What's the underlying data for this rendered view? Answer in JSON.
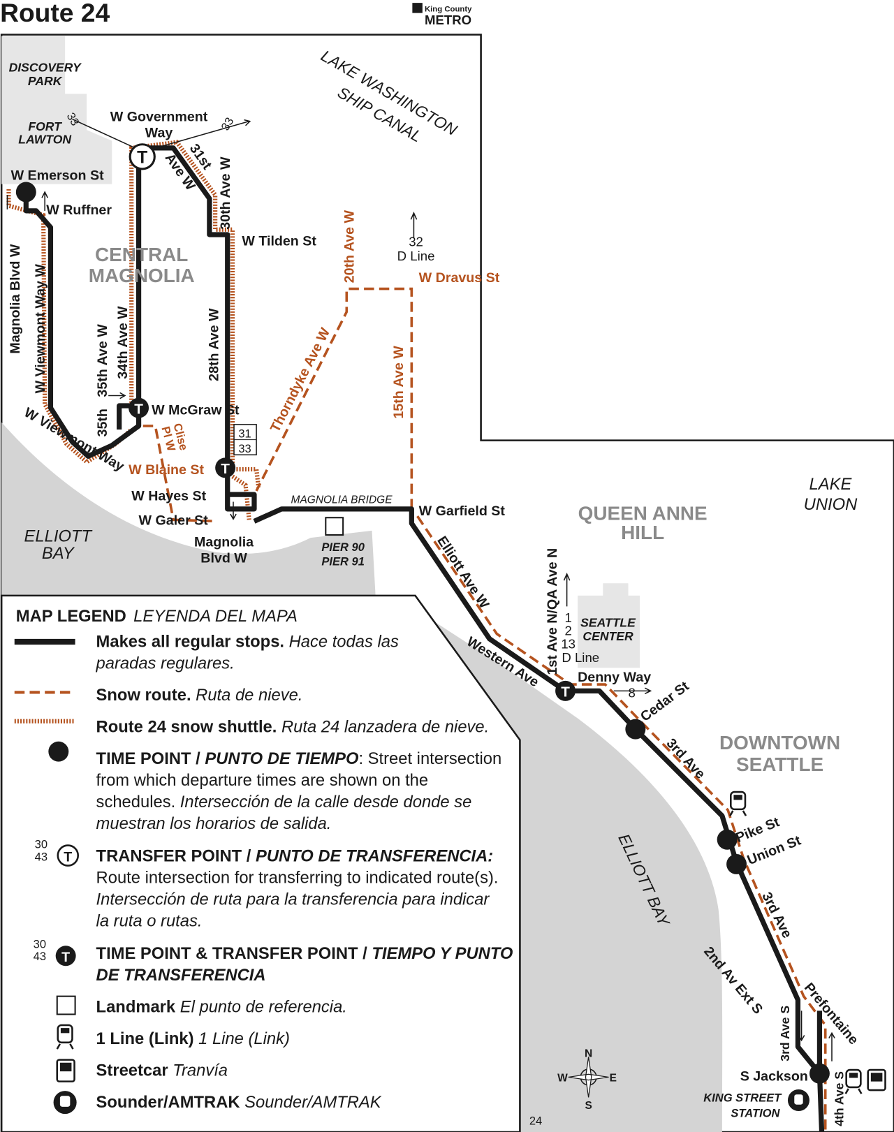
{
  "header": {
    "title": "Route 24",
    "logo_top": "King County",
    "logo_bottom": "METRO"
  },
  "colors": {
    "route": "#1a1a1a",
    "snow": "#b5531f",
    "water": "#d4d4d4",
    "park": "#e6e6e6"
  },
  "areas": {
    "discovery_park": [
      "DISCOVERY",
      "PARK"
    ],
    "fort_lawton": [
      "FORT",
      "LAWTON"
    ],
    "central_magnolia": [
      "CENTRAL",
      "MAGNOLIA"
    ],
    "ship_canal": [
      "LAKE WASHINGTON",
      "SHIP CANAL"
    ],
    "queen_anne": [
      "QUEEN ANNE",
      "HILL"
    ],
    "lake_union": [
      "LAKE",
      "UNION"
    ],
    "elliott_bay_upper": [
      "ELLIOTT",
      "BAY"
    ],
    "elliott_bay_lower": "ELLIOTT BAY",
    "downtown": [
      "DOWNTOWN",
      "SEATTLE"
    ],
    "seattle_center": [
      "SEATTLE",
      "CENTER"
    ],
    "piers": [
      "PIER 90",
      "PIER 91"
    ],
    "magnolia_bridge": "MAGNOLIA BRIDGE",
    "king_street": [
      "KING STREET",
      "STATION"
    ]
  },
  "streets": {
    "w_government": [
      "W Government",
      "Way"
    ],
    "w_emerson": "W Emerson St",
    "w_ruffner": "W Ruffner",
    "ave31": "31st",
    "ave_w": "Ave W",
    "ave30": "30th Ave W",
    "w_tilden": "W Tilden St",
    "ave20": "20th Ave W",
    "w_dravus": "W Dravus St",
    "magnolia_blvd": "Magnolia Blvd W",
    "viewmont_vert": "W Viewmont Way W",
    "ave34": "34th Ave W",
    "ave35": "35th Ave W",
    "ave35b": "35th",
    "ave28": "28th Ave W",
    "thorndyke": "Thorndyke Ave W",
    "ave15": "15th Ave W",
    "w_mcgraw": "W McGraw St",
    "clise": "Clise Pl W",
    "viewmont_way": "W Viewmont Way",
    "w_blaine": "W Blaine St",
    "w_hayes": "W Hayes St",
    "w_galer": "W Galer St",
    "magnolia_blvd2": [
      "Magnolia",
      "Blvd W"
    ],
    "w_garfield": "W Garfield St",
    "elliott_ave": "Elliott Ave W",
    "first_ave": "1st Ave N/QA Ave N",
    "western_ave": "Western Ave",
    "denny_way": "Denny Way",
    "cedar": "Cedar St",
    "third_ave": "3rd Ave",
    "pike": "Pike St",
    "union": "Union St",
    "third_ave2": "3rd Ave",
    "second_ext": "2nd Av Ext S",
    "prefontaine": "Prefontaine",
    "third_ave_s": "3rd Ave S",
    "s_jackson": "S Jackson",
    "fourth_ave_s": "4th Ave S"
  },
  "transfers": {
    "gov_left": "33",
    "gov_right": "33",
    "dravus": [
      "32",
      "D Line"
    ],
    "box": [
      "31",
      "33"
    ],
    "first_ave": [
      "1",
      "2",
      "13",
      "D Line"
    ],
    "denny": "8"
  },
  "compass": {
    "n": "N",
    "s": "S",
    "e": "E",
    "w": "W"
  },
  "page_number": "24",
  "legend": {
    "title": "MAP LEGEND",
    "title_es": "LEYENDA DEL MAPA",
    "items": [
      {
        "bold": "Makes all regular stops.",
        "text": " Hace todas las",
        "line2": "paradas regulares."
      },
      {
        "bold": "Snow route.",
        "text": " Ruta de nieve."
      },
      {
        "bold": "Route 24 snow shuttle.",
        "text": " Ruta 24 lanzadera de nieve."
      },
      {
        "bold": "TIME POINT / ",
        "bold_it": "PUNTO DE TIEMPO",
        "text": ": Street intersection",
        "line2": "from which departure times are shown on the",
        "line3a": "schedules. ",
        "line3b": "Intersección de la calle desde donde se",
        "line4": "muestran los horarios de salida."
      },
      {
        "bold": "TRANSFER POINT / ",
        "bold_it": "PUNTO DE TRANSFERENCIA:",
        "line2": "Route intersection for transferring to indicated route(s).",
        "line3": "Intersección de ruta para la transferencia para indicar",
        "line4": "la ruta o rutas.",
        "routes": [
          "30",
          "43"
        ]
      },
      {
        "bold": "TIME POINT & TRANSFER POINT / ",
        "bold_it": "TIEMPO Y PUNTO",
        "line2": "DE TRANSFERENCIA",
        "routes": [
          "30",
          "43"
        ]
      },
      {
        "bold": "Landmark",
        "text": " El punto de referencia."
      },
      {
        "bold": "1 Line (Link)",
        "text": " 1 Line (Link)"
      },
      {
        "bold": "Streetcar",
        "text": " Tranvía"
      },
      {
        "bold": "Sounder/AMTRAK",
        "text": " Sounder/AMTRAK"
      }
    ]
  }
}
